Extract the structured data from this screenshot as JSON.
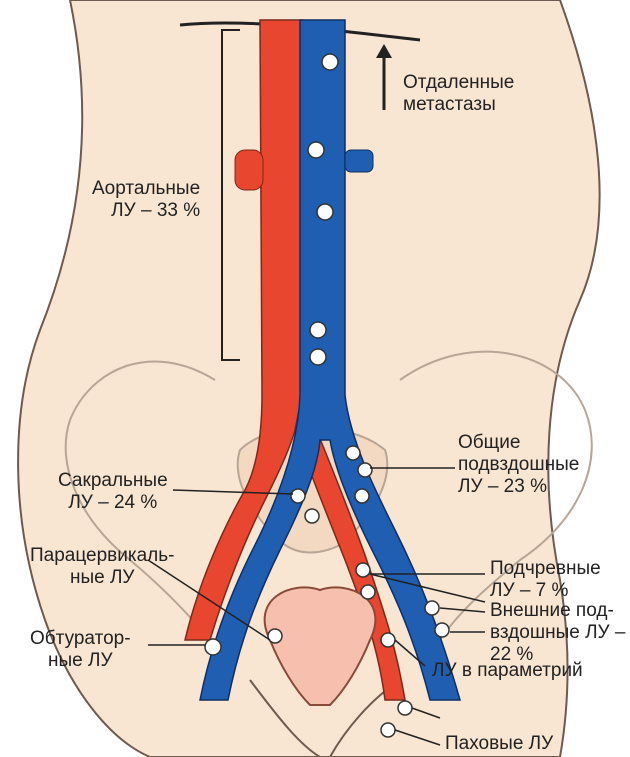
{
  "colors": {
    "artery": "#e8462e",
    "vein": "#1f5eb0",
    "skin": "#f8e6d2",
    "outline": "#6e5a4e",
    "node": "#ffffff"
  },
  "labels": {
    "distant": {
      "line1": "Отдаленные",
      "line2": "метастазы"
    },
    "aortic": {
      "line1": "Аортальные",
      "line2": "ЛУ – 33 %"
    },
    "common_iliac": {
      "line1": "Общие",
      "line2": "подвздошные",
      "line3": "ЛУ – 23 %"
    },
    "sacral": {
      "line1": "Сакральные",
      "line2": "ЛУ – 24 %"
    },
    "paracervical": {
      "line1": "Парацервикаль-",
      "line2": "ные ЛУ"
    },
    "hypogastric": {
      "line1": "Подчревные",
      "line2": "ЛУ – 7 %"
    },
    "external_iliac": {
      "line1": "Внешние под-",
      "line2": "вздошные ЛУ –",
      "line3": "22 %"
    },
    "obturator": {
      "line1": "Обтуратор-",
      "line2": "ные ЛУ"
    },
    "parametrial": {
      "line1": "ЛУ в параметрий"
    },
    "inguinal": {
      "line1": "Паховые ЛУ"
    }
  }
}
